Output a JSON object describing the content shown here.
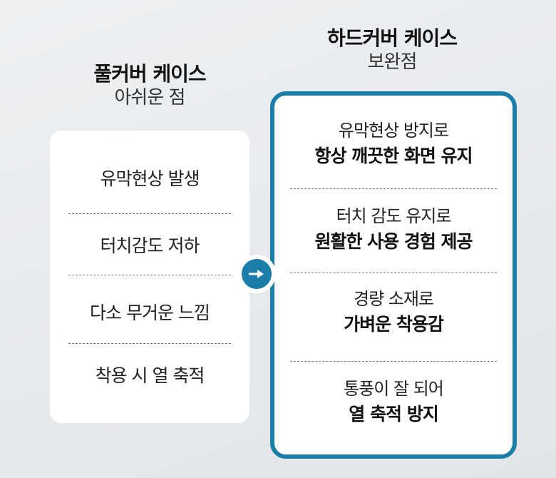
{
  "left": {
    "title": "풀커버 케이스",
    "subtitle": "아쉬운 점",
    "items": [
      "유막현상 발생",
      "터치감도 저하",
      "다소 무거운 느낌",
      "착용 시 열 축적"
    ]
  },
  "right": {
    "title": "하드커버 케이스",
    "subtitle": "보완점",
    "items": [
      {
        "line1": "유막현상 방지로",
        "line2": "항상 깨끗한 화면 유지"
      },
      {
        "line1": "터치 감도 유지로",
        "line2": "원활한 사용 경험 제공"
      },
      {
        "line1": "경량 소재로",
        "line2": "가벼운 착용감"
      },
      {
        "line1": "통풍이 잘 되어",
        "line2": "열 축적 방지"
      }
    ]
  },
  "icons": {
    "arrow": "arrow-right-icon"
  },
  "colors": {
    "accent": "#1a7ea8",
    "background": "#e9ecef",
    "panel": "#ffffff"
  }
}
